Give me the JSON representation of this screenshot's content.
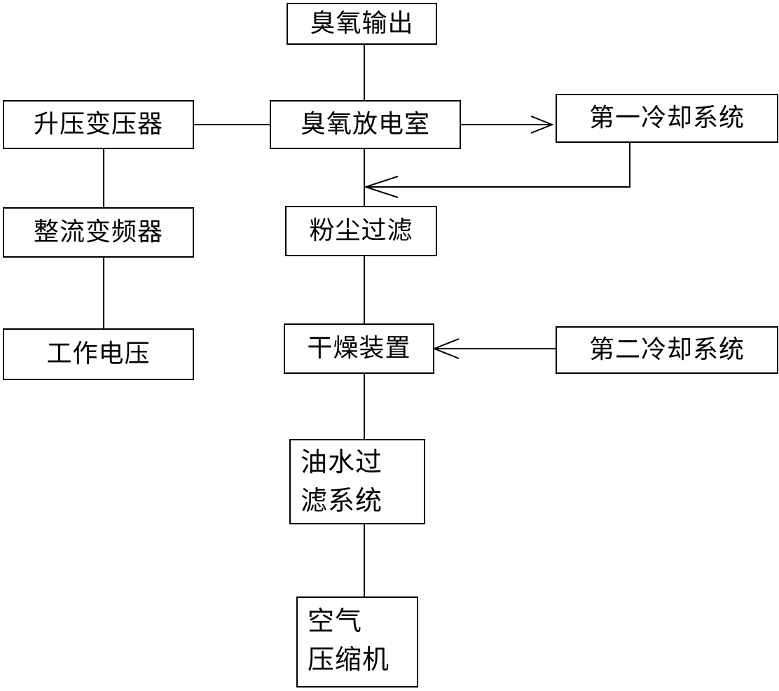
{
  "nodes": {
    "ozone_output": "臭氧输出",
    "step_up_transformer": "升压变压器",
    "ozone_discharge_chamber": "臭氧放电室",
    "first_cooling_system": "第一冷却系统",
    "rectifier_inverter": "整流变频器",
    "dust_filter": "粉尘过滤",
    "working_voltage": "工作电压",
    "drying_device": "干燥装置",
    "second_cooling_system": "第二冷却系统",
    "oil_water_filter_line1": "油水过",
    "oil_water_filter_line2": "滤系统",
    "air_compressor_line1": "空气",
    "air_compressor_line2": "压缩机"
  }
}
